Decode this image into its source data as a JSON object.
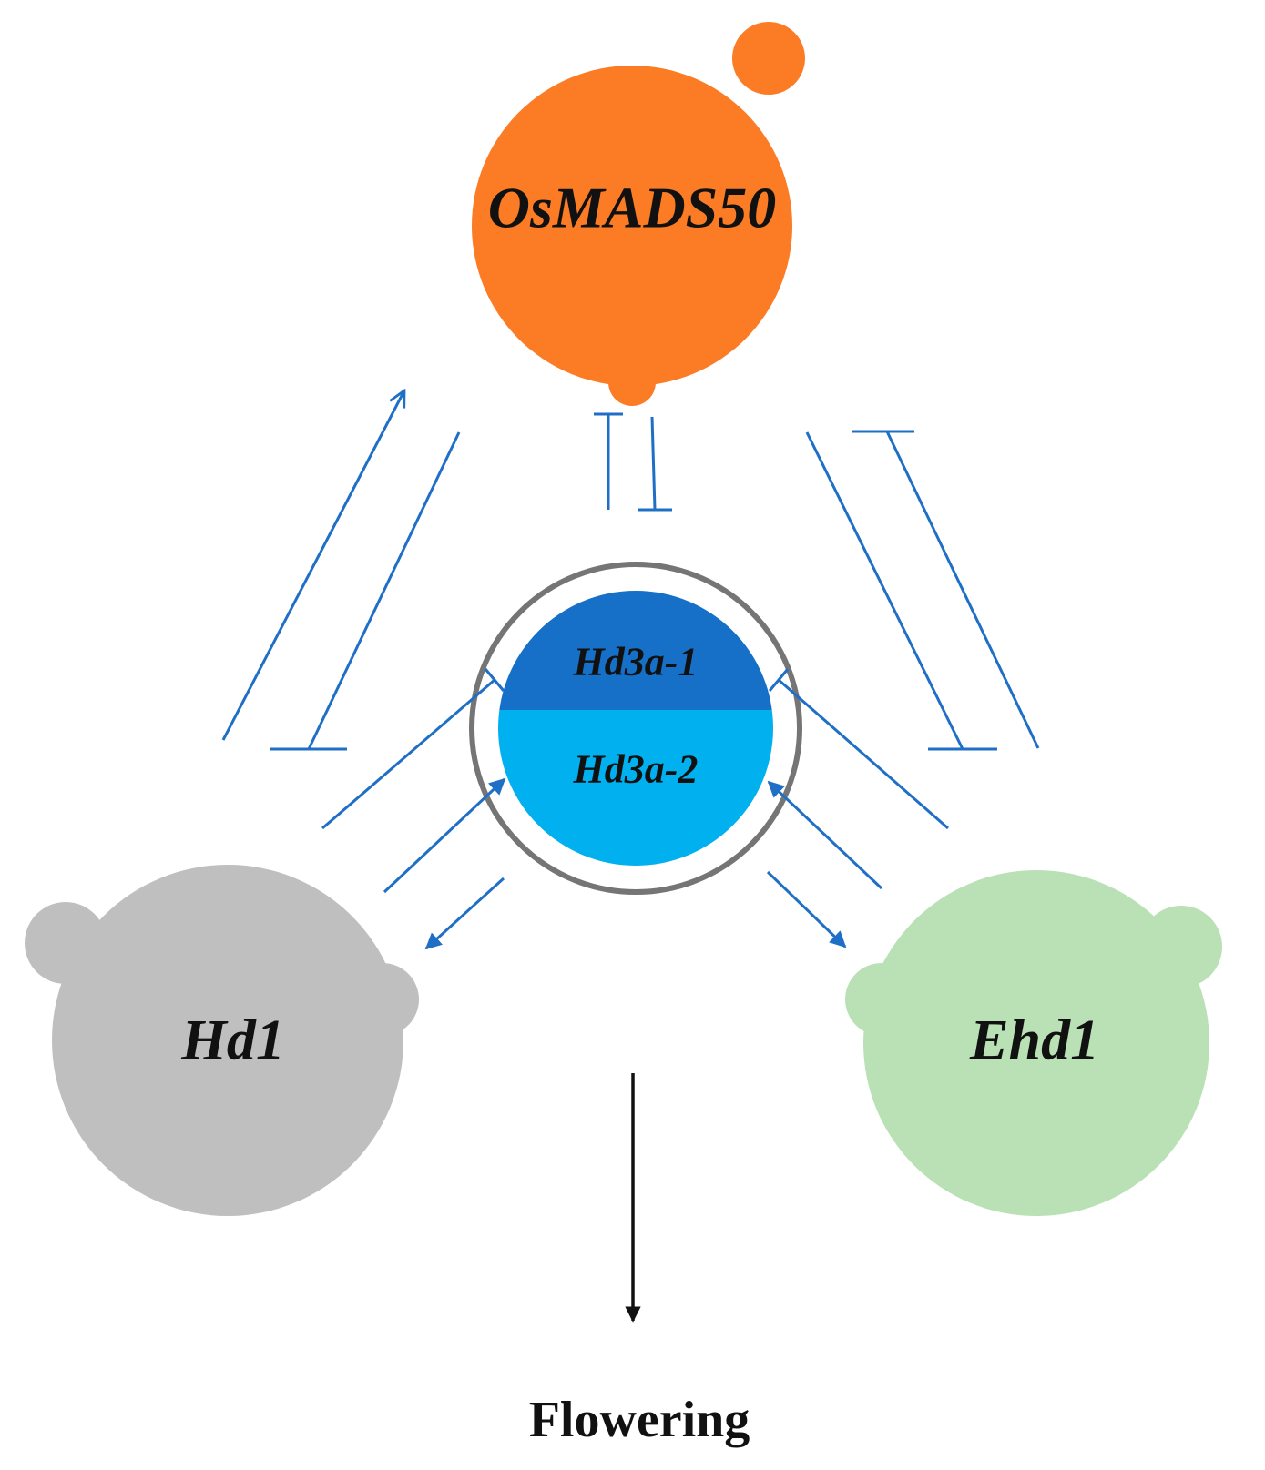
{
  "nodes": {
    "osmads50": {
      "label": "OsMADS50",
      "color": "#fb7c25"
    },
    "hd3a_1": {
      "label": "Hd3a-1",
      "color": "#1670c8"
    },
    "hd3a_2": {
      "label": "Hd3a-2",
      "color": "#00b0ef"
    },
    "hd3a_ring": {
      "color": "#757575"
    },
    "hd1": {
      "label": "Hd1",
      "color": "#bfbfbf"
    },
    "ehd1": {
      "label": "Ehd1",
      "color": "#b9e1b5"
    }
  },
  "outcome": {
    "label": "Flowering"
  },
  "edge_color": "#1f6fc6",
  "edges": [
    {
      "from": "Hd1",
      "to": "OsMADS50",
      "type": "activation"
    },
    {
      "from": "OsMADS50",
      "to": "Hd1",
      "type": "inhibition"
    },
    {
      "from": "Hd3a",
      "to": "OsMADS50",
      "type": "inhibition"
    },
    {
      "from": "OsMADS50",
      "to": "Hd3a",
      "type": "inhibition"
    },
    {
      "from": "OsMADS50",
      "to": "Ehd1",
      "type": "inhibition"
    },
    {
      "from": "Ehd1",
      "to": "OsMADS50",
      "type": "inhibition"
    },
    {
      "from": "Hd1",
      "to": "Hd3a-1",
      "type": "inhibition"
    },
    {
      "from": "Hd1",
      "to": "Hd3a-2",
      "type": "activation"
    },
    {
      "from": "Hd3a",
      "to": "Hd1",
      "type": "activation"
    },
    {
      "from": "Ehd1",
      "to": "Hd3a-1",
      "type": "inhibition"
    },
    {
      "from": "Ehd1",
      "to": "Hd3a-2",
      "type": "activation"
    },
    {
      "from": "Hd3a",
      "to": "Ehd1",
      "type": "activation"
    },
    {
      "from": "network",
      "to": "Flowering",
      "type": "activation"
    }
  ]
}
